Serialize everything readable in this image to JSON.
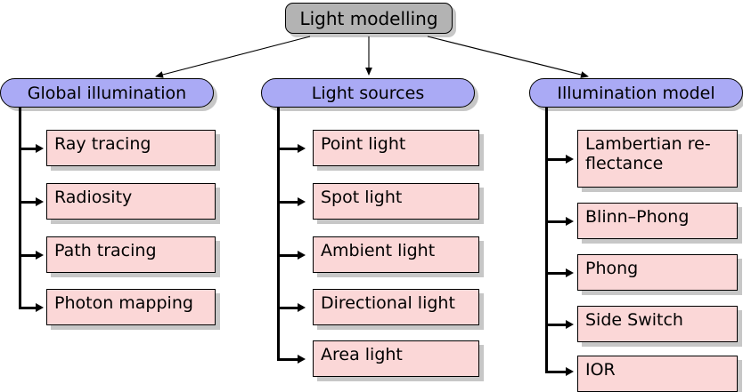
{
  "diagram": {
    "title": "Light modelling",
    "root": {
      "label": "Light modelling",
      "color": "#b3b3b3"
    },
    "category_color": "#aaaaf5",
    "leaf_color": "#fbd7d7",
    "branches": [
      {
        "category": "Global illumination",
        "leaves": [
          {
            "label": "Ray tracing"
          },
          {
            "label": "Radiosity"
          },
          {
            "label": "Path tracing"
          },
          {
            "label": "Photon mapping"
          }
        ]
      },
      {
        "category": "Light sources",
        "leaves": [
          {
            "label": "Point light"
          },
          {
            "label": "Spot light"
          },
          {
            "label": "Ambient light"
          },
          {
            "label": "Directional light"
          },
          {
            "label": "Area light"
          }
        ]
      },
      {
        "category": "Illumination model",
        "leaves": [
          {
            "label": "Lambertian re-\nflectance"
          },
          {
            "label": "Blinn–Phong"
          },
          {
            "label": "Phong"
          },
          {
            "label": "Side Switch"
          },
          {
            "label": "IOR"
          }
        ]
      }
    ]
  }
}
